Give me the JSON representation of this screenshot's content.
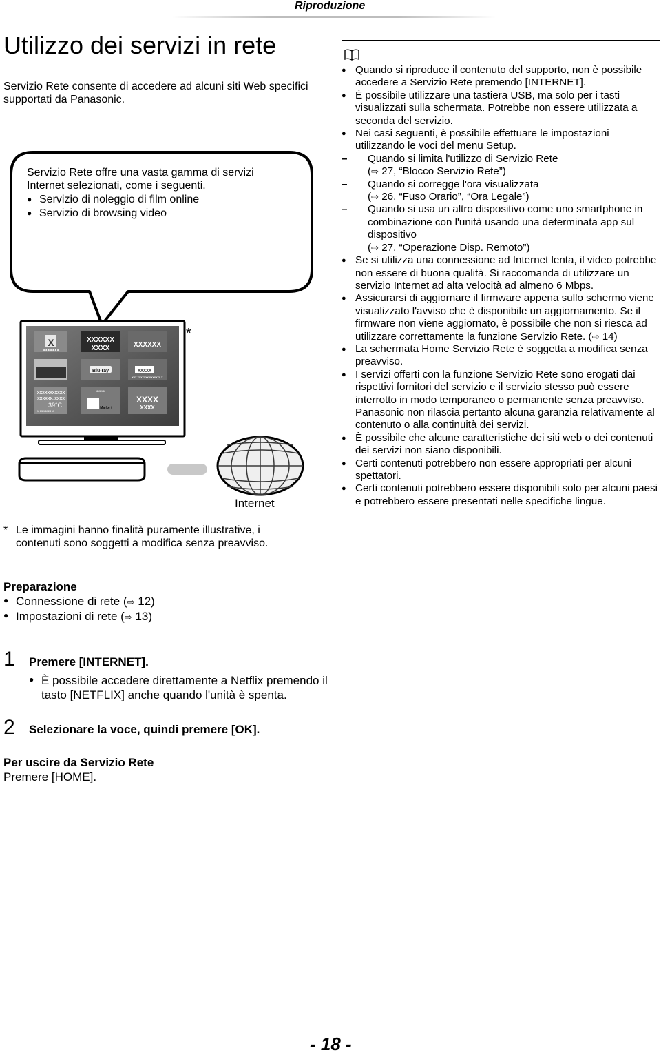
{
  "header": {
    "section": "Riproduzione"
  },
  "title": "Utilizzo dei servizi in rete",
  "intro": "Servizio Rete consente di accedere ad alcuni siti Web specifici supportati da Panasonic.",
  "bubble": {
    "lines": [
      "Servizio Rete offre una vasta gamma di servizi",
      "Internet selezionati, come i seguenti."
    ],
    "items": [
      "Servizio di noleggio di film online",
      "Servizio di browsing video"
    ]
  },
  "illustration": {
    "asterisk": "*",
    "internet_label": "Internet",
    "tiles": {
      "t1_label": "XXXXXXX",
      "t2_line1": "XXXXXX",
      "t2_line2": "XXXX",
      "t3": "XXXXXX",
      "t6_small": "XXXXX",
      "t6_sub": "XXX XXXXXXX XXXXXXX X",
      "t7_line1": "XXXXXXXXXXX",
      "t7_line2": "XXXXXX, XXXX",
      "t7_temp": "39°C",
      "t7_small": "X XXXXXX X",
      "t8_top": "XXXXX",
      "t8_label": "Marke t",
      "t9_line1": "XXXX",
      "t9_line2": "XXXX"
    }
  },
  "footnote": {
    "mark": "*",
    "text": "Le immagini hanno finalità puramente illustrative, i contenuti sono soggetti a modifica senza preavviso."
  },
  "preparation": {
    "heading": "Preparazione",
    "items": [
      {
        "text": "Connessione di rete (",
        "ref": "12)"
      },
      {
        "text": "Impostazioni di rete (",
        "ref": "13)"
      }
    ]
  },
  "steps": [
    {
      "num": "1",
      "text": "Premere [INTERNET].",
      "note": "È possibile accedere direttamente a Netflix premendo il tasto [NETFLIX] anche quando l'unità è spenta."
    },
    {
      "num": "2",
      "text": "Selezionare la voce, quindi premere [OK]."
    }
  ],
  "exit": {
    "heading": "Per uscire da Servizio Rete",
    "text": "Premere [HOME]."
  },
  "notes": {
    "items": [
      "Quando si riproduce il contenuto del supporto, non è possibile accedere a Servizio Rete premendo [INTERNET].",
      "È possibile utilizzare una tastiera USB, ma solo per i tasti visualizzati sulla schermata. Potrebbe non essere utilizzata a seconda del servizio.",
      "Nei casi seguenti, è possibile effettuare le impostazioni utilizzando le voci del menu Setup."
    ],
    "sub": [
      {
        "a": "Quando si limita l'utilizzo di Servizio Rete",
        "b_pre": "(",
        "b_post": "27, “Blocco Servizio Rete”)"
      },
      {
        "a": "Quando si corregge l'ora visualizzata",
        "b_pre": "(",
        "b_post": "26, “Fuso Orario”, “Ora Legale”)"
      },
      {
        "a": "Quando si usa un altro dispositivo come uno smartphone in combinazione con l'unità usando una determinata app sul dispositivo",
        "b_pre": "(",
        "b_post": "27, “Operazione Disp. Remoto”)"
      }
    ],
    "more": [
      "Se si utilizza una connessione ad Internet lenta, il video potrebbe non essere di buona qualità. Si raccomanda di utilizzare un servizio Internet ad alta velocità ad almeno 6 Mbps.",
      "Assicurarsi di aggiornare il firmware appena sullo schermo viene visualizzato l'avviso che è disponibile un aggiornamento. Se il firmware non viene aggiornato, è possibile che non si riesca ad utilizzare correttamente la funzione Servizio Rete. (",
      "La schermata Home Servizio Rete è soggetta a modifica senza preavviso.",
      "I servizi offerti con la funzione Servizio Rete sono erogati dai rispettivi fornitori del servizio e il servizio stesso può essere interrotto in modo temporaneo o permanente senza preavviso. Panasonic non rilascia pertanto alcuna garanzia relativamente al contenuto o alla continuità dei servizi.",
      "È possibile che alcune caratteristiche dei siti web o dei contenuti dei servizi non siano disponibili.",
      "Certi contenuti potrebbero non essere appropriati per alcuni spettatori.",
      "Certi contenuti potrebbero essere disponibili solo per alcuni paesi e potrebbero essere presentati nelle specifiche lingue."
    ],
    "fw_ref": "14)"
  },
  "page_number": "- 18 -"
}
